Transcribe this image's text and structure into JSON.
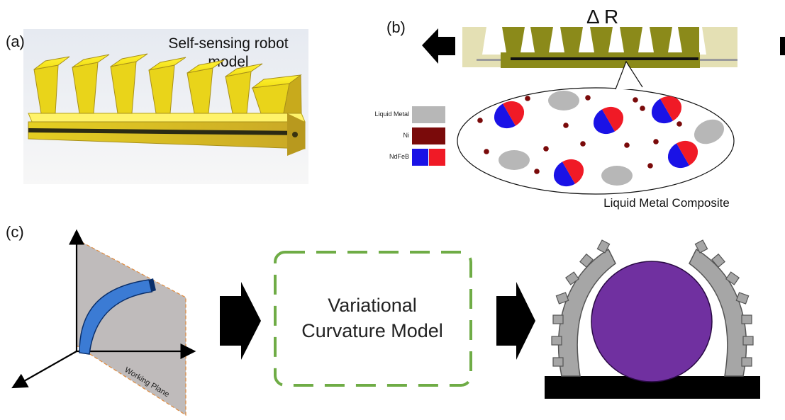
{
  "panel_a": {
    "label": "(a)",
    "title_line1": "Self-sensing robot",
    "title_line2": "model"
  },
  "panel_b": {
    "label": "(b)",
    "delta_label": "Δ R",
    "legend": [
      {
        "label": "Liquid Metal",
        "color": "#b7b7b7"
      },
      {
        "label": "Ni",
        "color": "#7a0a0a"
      },
      {
        "label": "NdFeB",
        "colors": [
          "#1a12e6",
          "#f01a26"
        ]
      }
    ],
    "composite_label": "Liquid Metal Composite"
  },
  "panel_c": {
    "label": "(c)",
    "plane_label": "Working Plane",
    "model_line1": "Variational",
    "model_line2": "Curvature Model"
  },
  "colors": {
    "yellow_robot": "#f0e020",
    "olive_robot": "#8b8a1a",
    "pale_robot": "#e4e0b4",
    "liquid_metal": "#b7b7b7",
    "ni": "#7a0a0a",
    "ndfeb_blue": "#1a12e6",
    "ndfeb_red": "#f01a26",
    "green_dash": "#6fac46",
    "purple_ball": "#7030a0",
    "gripper_gray": "#a6a6a6",
    "beam_blue": "#3b7bd4"
  }
}
